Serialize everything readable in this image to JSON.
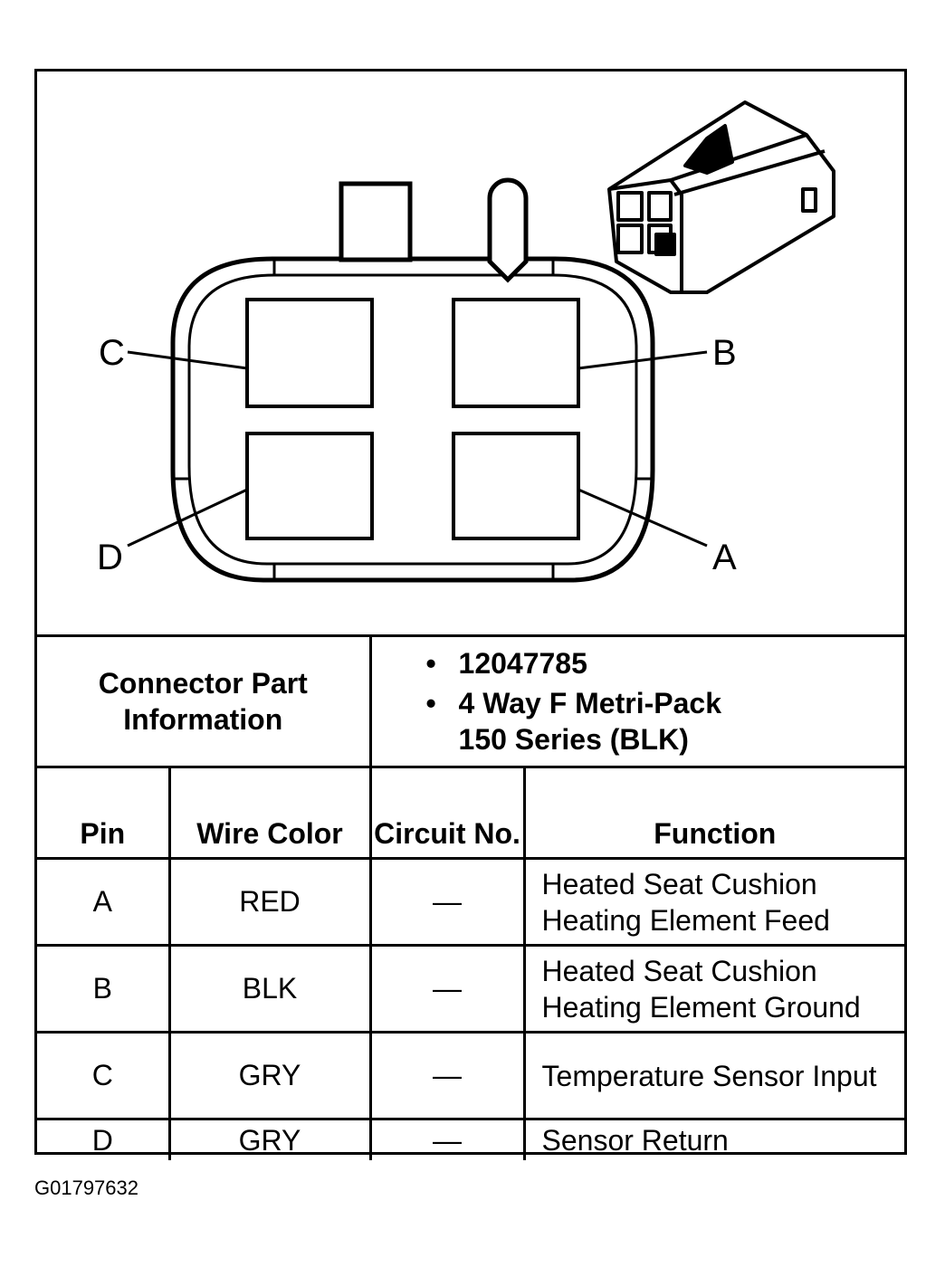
{
  "pin_labels": {
    "a": "A",
    "b": "B",
    "c": "C",
    "d": "D"
  },
  "connector_info": {
    "label": "Connector Part Information",
    "part_number": "12047785",
    "description_line1": "4 Way F Metri-Pack",
    "description_line2": "150 Series (BLK)"
  },
  "table": {
    "headers": {
      "pin": "Pin",
      "wire_color": "Wire Color",
      "circuit": "Circuit No.",
      "function": "Function"
    },
    "rows": [
      {
        "pin": "A",
        "wire_color": "RED",
        "circuit": "—",
        "function": "Heated Seat Cushion Heating Element Feed"
      },
      {
        "pin": "B",
        "wire_color": "BLK",
        "circuit": "—",
        "function": "Heated Seat Cushion Heating Element Ground"
      },
      {
        "pin": "C",
        "wire_color": "GRY",
        "circuit": "—",
        "function": "Temperature Sensor Input"
      },
      {
        "pin": "D",
        "wire_color": "GRY",
        "circuit": "—",
        "function": "Sensor Return"
      }
    ]
  },
  "figure_id": "G01797632",
  "bullet_glyph": "•"
}
